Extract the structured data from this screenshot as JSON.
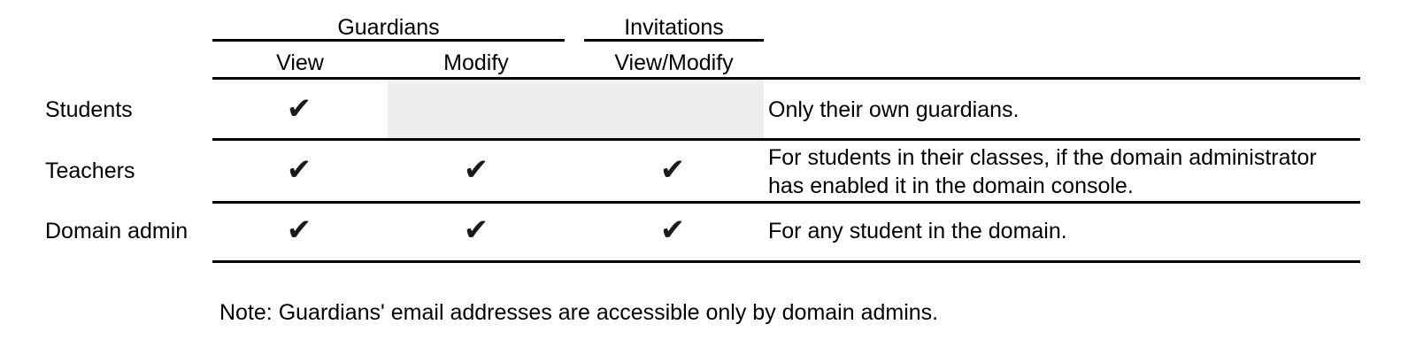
{
  "table": {
    "group_headers": [
      {
        "id": "guardians",
        "label": "Guardians"
      },
      {
        "id": "invitations",
        "label": "Invitations"
      }
    ],
    "column_headers": [
      {
        "id": "view",
        "label": "View"
      },
      {
        "id": "modify",
        "label": "Modify"
      },
      {
        "id": "view-modify",
        "label": "View/Modify"
      }
    ],
    "check_glyph": "✔",
    "shaded_cell_color": "#eeeeee",
    "rule_color": "#000000",
    "rows": [
      {
        "id": "students",
        "label": "Students",
        "guardians_view": true,
        "guardians_modify": false,
        "guardians_modify_shaded": true,
        "invitations_view_modify": false,
        "invitations_view_modify_shaded": true,
        "description_lines": [
          "Only their own guardians."
        ]
      },
      {
        "id": "teachers",
        "label": "Teachers",
        "guardians_view": true,
        "guardians_modify": true,
        "guardians_modify_shaded": false,
        "invitations_view_modify": true,
        "invitations_view_modify_shaded": false,
        "description_lines": [
          "For students in their classes, if the domain administrator",
          "has enabled it in the domain console."
        ]
      },
      {
        "id": "domain-admin",
        "label": "Domain admin",
        "guardians_view": true,
        "guardians_modify": true,
        "guardians_modify_shaded": false,
        "invitations_view_modify": true,
        "invitations_view_modify_shaded": false,
        "description_lines": [
          "For any student in the domain."
        ]
      }
    ]
  },
  "note": "Note: Guardians' email addresses are accessible only by domain admins."
}
